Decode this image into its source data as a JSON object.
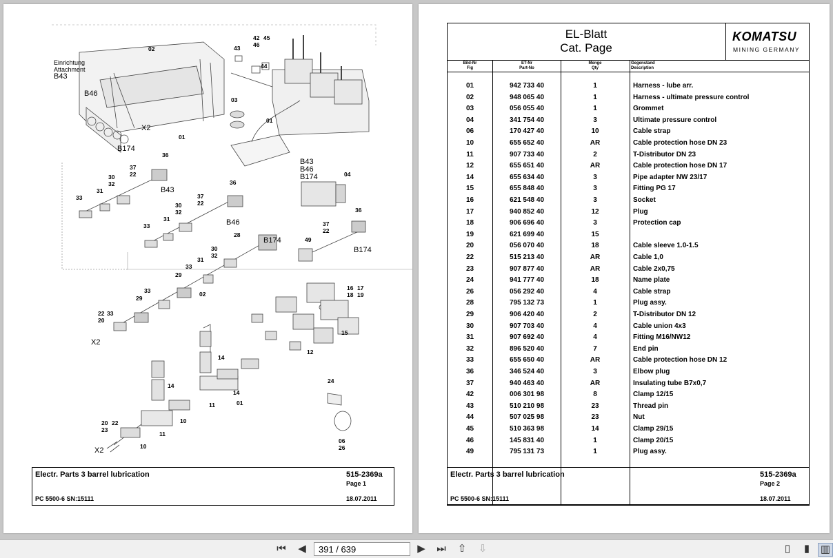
{
  "page1": {
    "callouts": [
      {
        "t": "02"
      },
      {
        "t": "42"
      },
      {
        "t": "45"
      },
      {
        "t": "46"
      },
      {
        "t": "43"
      },
      {
        "t": "44"
      },
      {
        "t": "Einrichtung"
      },
      {
        "t": "Attachment"
      },
      {
        "t": "B43"
      },
      {
        "t": "B46"
      },
      {
        "t": "X2"
      },
      {
        "t": "01"
      },
      {
        "t": "B174"
      },
      {
        "t": "03"
      },
      {
        "t": "01"
      },
      {
        "t": "36"
      },
      {
        "t": "37"
      },
      {
        "t": "22"
      },
      {
        "t": "30"
      },
      {
        "t": "32"
      },
      {
        "t": "31"
      },
      {
        "t": "33"
      },
      {
        "t": "B43"
      },
      {
        "t": "36"
      },
      {
        "t": "37"
      },
      {
        "t": "22"
      },
      {
        "t": "30"
      },
      {
        "t": "32"
      },
      {
        "t": "31"
      },
      {
        "t": "33"
      },
      {
        "t": "B46"
      },
      {
        "t": "B43"
      },
      {
        "t": "B46"
      },
      {
        "t": "B174"
      },
      {
        "t": "04"
      },
      {
        "t": "36"
      },
      {
        "t": "37"
      },
      {
        "t": "22"
      },
      {
        "t": "49"
      },
      {
        "t": "B174"
      },
      {
        "t": "28"
      },
      {
        "t": "B174"
      },
      {
        "t": "30"
      },
      {
        "t": "32"
      },
      {
        "t": "31"
      },
      {
        "t": "33"
      },
      {
        "t": "29"
      },
      {
        "t": "02"
      },
      {
        "t": "33"
      },
      {
        "t": "29"
      },
      {
        "t": "22"
      },
      {
        "t": "33"
      },
      {
        "t": "20"
      },
      {
        "t": "X2"
      },
      {
        "t": "16"
      },
      {
        "t": "17"
      },
      {
        "t": "18"
      },
      {
        "t": "19"
      },
      {
        "t": "15"
      },
      {
        "t": "12"
      },
      {
        "t": "14"
      },
      {
        "t": "14"
      },
      {
        "t": "14"
      },
      {
        "t": "11"
      },
      {
        "t": "01"
      },
      {
        "t": "10"
      },
      {
        "t": "11"
      },
      {
        "t": "20"
      },
      {
        "t": "22"
      },
      {
        "t": "23"
      },
      {
        "t": "10"
      },
      {
        "t": "X2"
      },
      {
        "t": "24"
      },
      {
        "t": "06"
      },
      {
        "t": "26"
      }
    ],
    "title": "Electr. Parts 3 barrel lubrication",
    "doc_no": "515-2369a",
    "page_label": "Page 1",
    "machine": "PC 5500-6 SN:15111",
    "date": "18.07.2011"
  },
  "page2": {
    "header_title_1": "EL-Blatt",
    "header_title_2": "Cat. Page",
    "logo_text": "KOMATSU",
    "logo_sub": "MINING GERMANY",
    "col_fig_de": "Bild-Nr",
    "col_fig_en": "Fig",
    "col_part_de": "ET-Nr",
    "col_part_en": "Part-No",
    "col_qty_de": "Menge",
    "col_qty_en": "Qty",
    "col_desc_de": "Gegenstand",
    "col_desc_en": "Description",
    "rows": [
      {
        "fig": "01",
        "part": "942 733 40",
        "qty": "1",
        "desc": "Harness - lube arr."
      },
      {
        "fig": "02",
        "part": "948 065 40",
        "qty": "1",
        "desc": "Harness - ultimate pressure control"
      },
      {
        "fig": "03",
        "part": "056 055 40",
        "qty": "1",
        "desc": "Grommet"
      },
      {
        "fig": "04",
        "part": "341 754 40",
        "qty": "3",
        "desc": "Ultimate pressure control"
      },
      {
        "fig": "06",
        "part": "170 427 40",
        "qty": "10",
        "desc": "Cable strap"
      },
      {
        "fig": "10",
        "part": "655 652 40",
        "qty": "AR",
        "desc": "Cable protection hose DN 23"
      },
      {
        "fig": "11",
        "part": "907 733 40",
        "qty": "2",
        "desc": "T-Distributor DN 23"
      },
      {
        "fig": "12",
        "part": "655 651 40",
        "qty": "AR",
        "desc": "Cable protection hose DN 17"
      },
      {
        "fig": "14",
        "part": "655 634 40",
        "qty": "3",
        "desc": "Pipe adapter NW 23/17"
      },
      {
        "fig": "15",
        "part": "655 848 40",
        "qty": "3",
        "desc": "Fitting PG 17"
      },
      {
        "fig": "16",
        "part": "621 548 40",
        "qty": "3",
        "desc": "Socket"
      },
      {
        "fig": "17",
        "part": "940 852 40",
        "qty": "12",
        "desc": "Plug"
      },
      {
        "fig": "18",
        "part": "906 696 40",
        "qty": "3",
        "desc": "Protection cap"
      },
      {
        "fig": "19",
        "part": "621 699 40",
        "qty": "15",
        "desc": ""
      },
      {
        "fig": "20",
        "part": "056 070 40",
        "qty": "18",
        "desc": "Cable sleeve 1.0-1.5"
      },
      {
        "fig": "22",
        "part": "515 213 40",
        "qty": "AR",
        "desc": "Cable 1,0"
      },
      {
        "fig": "23",
        "part": "907 877 40",
        "qty": "AR",
        "desc": "Cable 2x0,75"
      },
      {
        "fig": "24",
        "part": "941 777 40",
        "qty": "18",
        "desc": "Name plate"
      },
      {
        "fig": "26",
        "part": "056 292 40",
        "qty": "4",
        "desc": "Cable strap"
      },
      {
        "fig": "28",
        "part": "795 132 73",
        "qty": "1",
        "desc": "Plug assy."
      },
      {
        "fig": "29",
        "part": "906 420 40",
        "qty": "2",
        "desc": "T-Distributor DN 12"
      },
      {
        "fig": "30",
        "part": "907 703 40",
        "qty": "4",
        "desc": "Cable union 4x3"
      },
      {
        "fig": "31",
        "part": "907 692 40",
        "qty": "4",
        "desc": "Fitting M16/NW12"
      },
      {
        "fig": "32",
        "part": "896 520 40",
        "qty": "7",
        "desc": "End pin"
      },
      {
        "fig": "33",
        "part": "655 650 40",
        "qty": "AR",
        "desc": "Cable protection hose DN 12"
      },
      {
        "fig": "36",
        "part": "346 524 40",
        "qty": "3",
        "desc": "Elbow plug"
      },
      {
        "fig": "37",
        "part": "940 463 40",
        "qty": "AR",
        "desc": "Insulating tube B7x0,7"
      },
      {
        "fig": "42",
        "part": "006 301 98",
        "qty": "8",
        "desc": "Clamp 12/15"
      },
      {
        "fig": "43",
        "part": "510 210 98",
        "qty": "23",
        "desc": "Thread pin"
      },
      {
        "fig": "44",
        "part": "507 025 98",
        "qty": "23",
        "desc": "Nut"
      },
      {
        "fig": "45",
        "part": "510 363 98",
        "qty": "14",
        "desc": "Clamp 29/15"
      },
      {
        "fig": "46",
        "part": "145 831 40",
        "qty": "1",
        "desc": "Clamp 20/15"
      },
      {
        "fig": "49",
        "part": "795 131 73",
        "qty": "1",
        "desc": "Plug assy."
      }
    ],
    "title": "Electr. Parts 3 barrel lubrication",
    "doc_no": "515-2369a",
    "page_label": "Page 2",
    "machine": "PC 5500-6 SN:15111",
    "date": "18.07.2011"
  },
  "toolbar": {
    "page_indicator": "391 / 639",
    "icons": [
      "first-page-icon",
      "prev-page-icon",
      "next-page-icon",
      "last-page-icon",
      "page-up-icon",
      "page-down-icon",
      "single-page-icon",
      "two-page-icon",
      "continuous-icon"
    ]
  }
}
